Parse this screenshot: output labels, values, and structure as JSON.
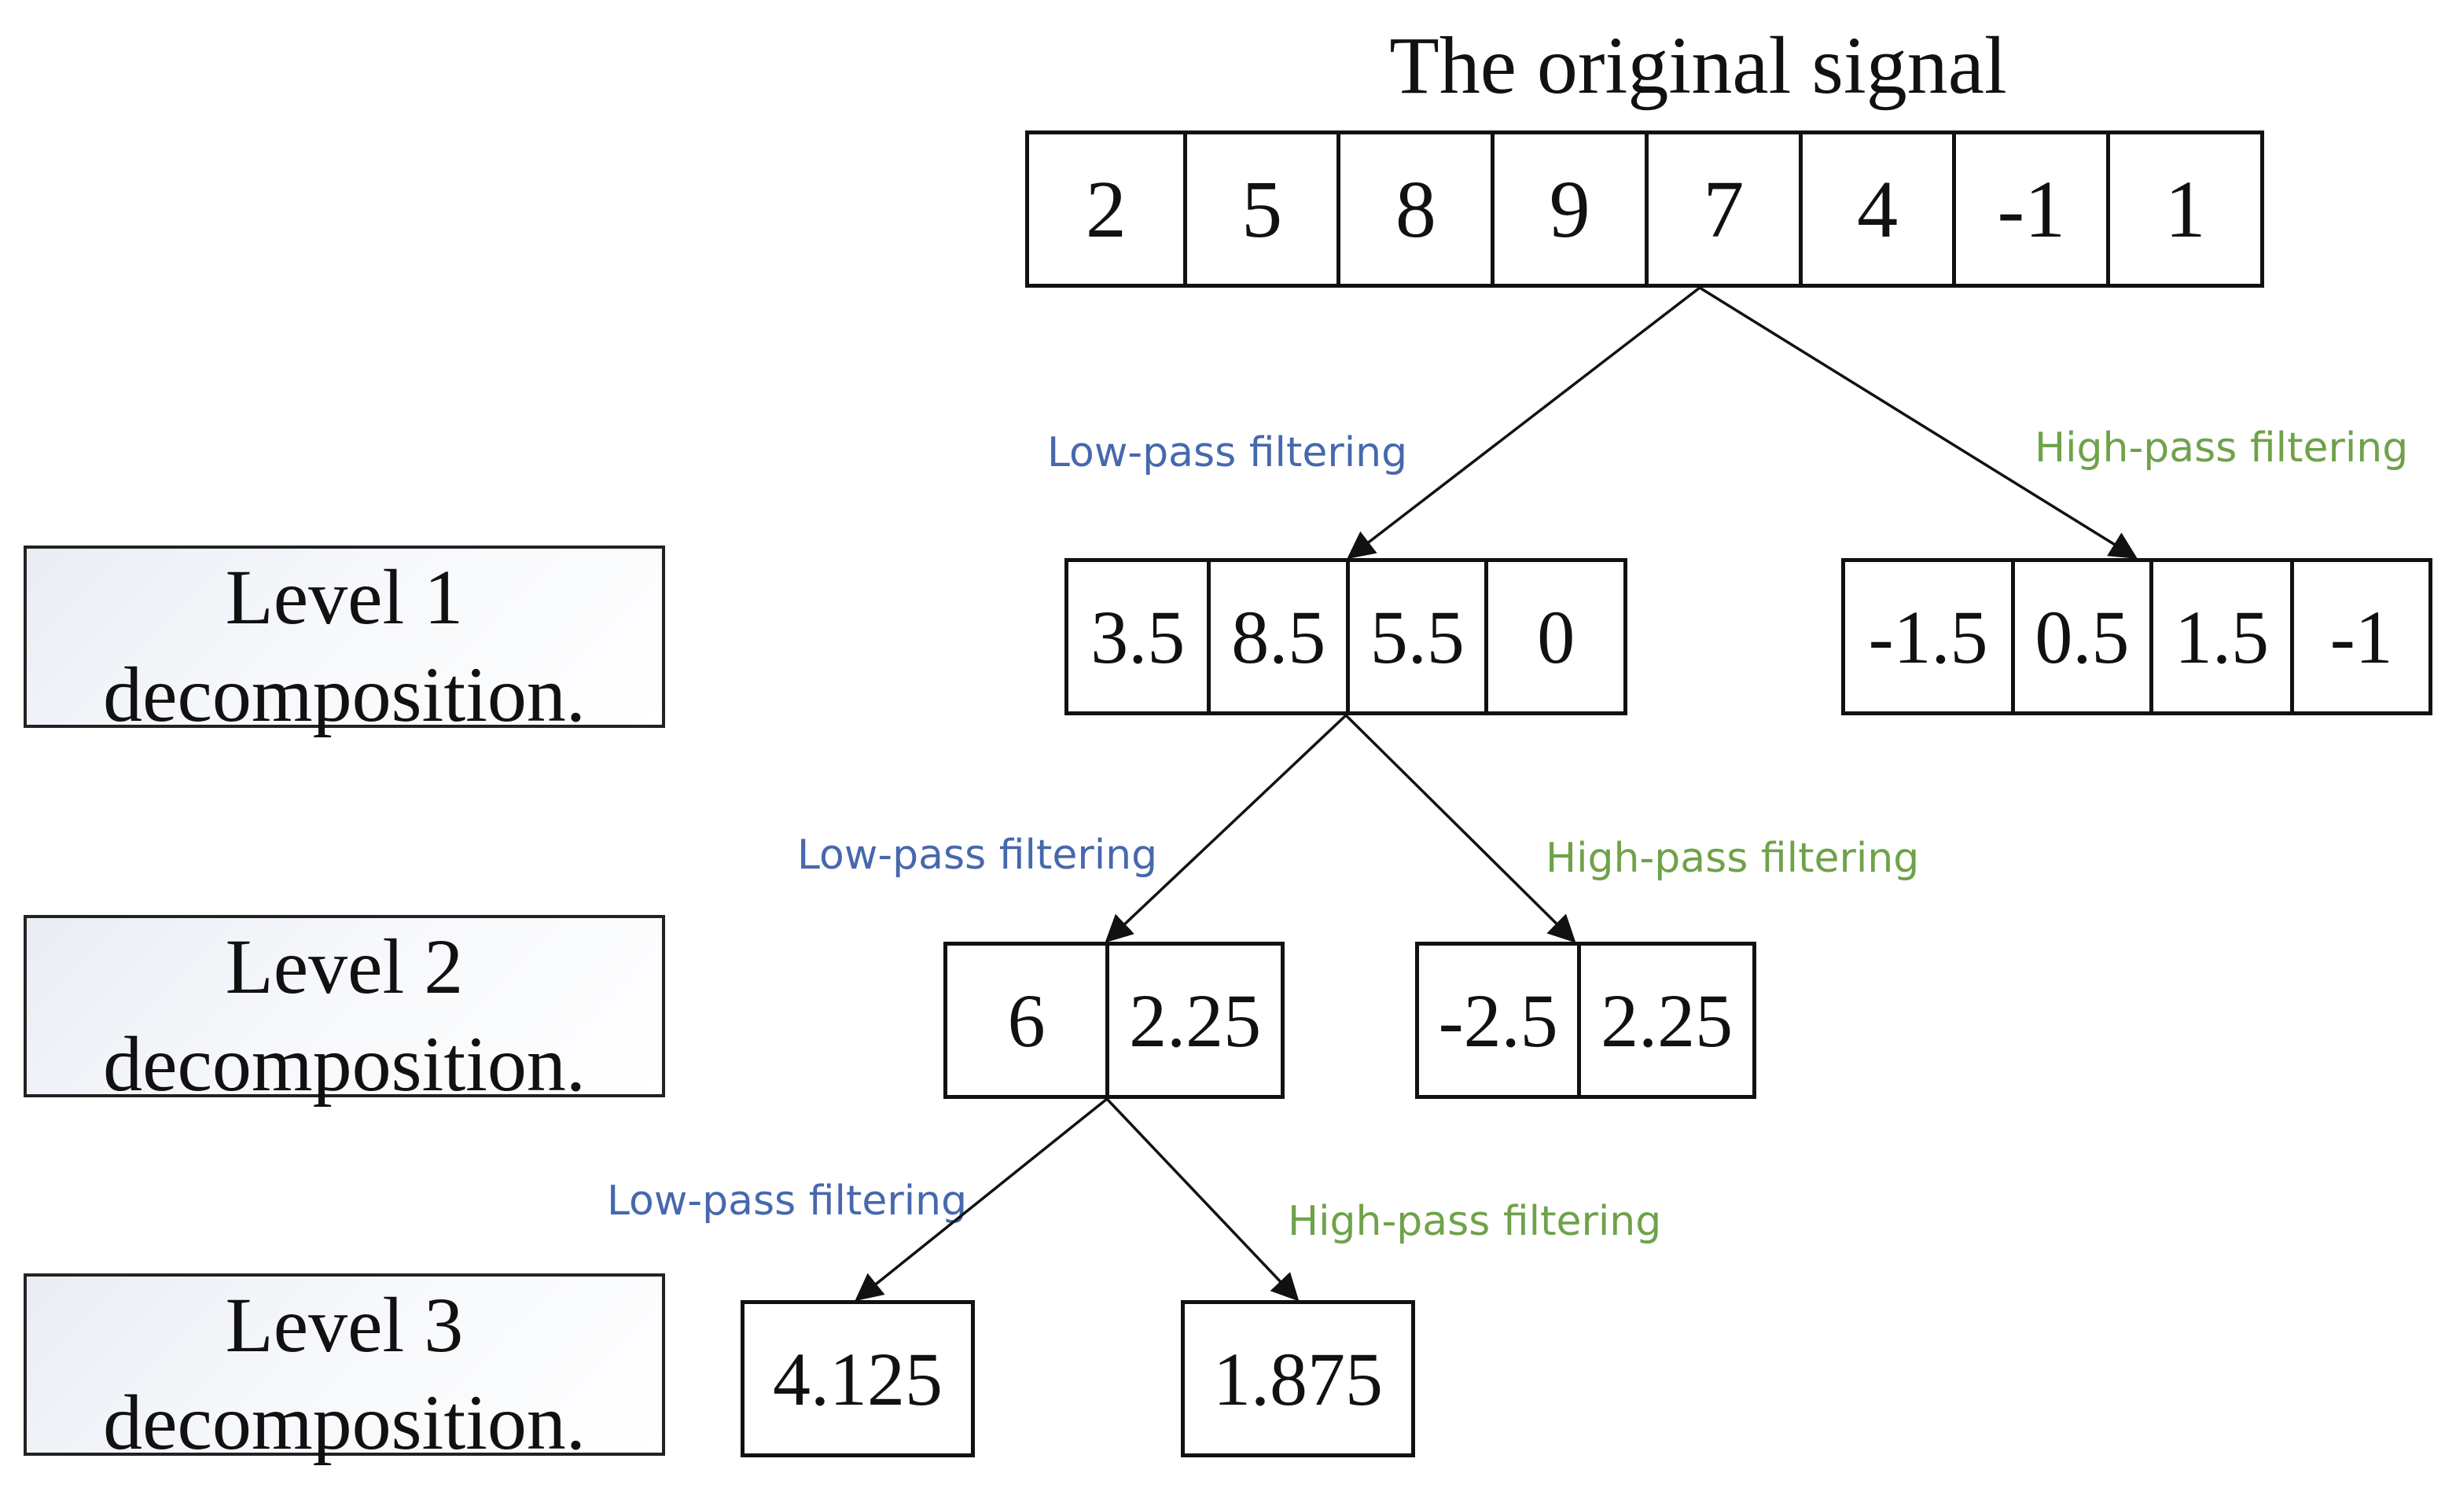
{
  "title": "The original signal",
  "original_signal": [
    "2",
    "5",
    "8",
    "9",
    "7",
    "4",
    "-1",
    "1"
  ],
  "levels": [
    {
      "line1": "Level 1",
      "line2": "decomposition."
    },
    {
      "line1": "Level 2",
      "line2": "decomposition."
    },
    {
      "line1": "Level 3",
      "line2": "decomposition."
    }
  ],
  "level1": {
    "low": [
      "3.5",
      "8.5",
      "5.5",
      "0"
    ],
    "high": [
      "-1.5",
      "0.5",
      "1.5",
      "-1"
    ],
    "low_label": "Low-pass filtering",
    "high_label": "High-pass filtering"
  },
  "level2": {
    "low": [
      "6",
      "2.25"
    ],
    "high": [
      "-2.5",
      "2.25"
    ],
    "low_label": "Low-pass filtering",
    "high_label": "High-pass filtering"
  },
  "level3": {
    "low": [
      "4.125"
    ],
    "high": [
      "1.875"
    ],
    "low_label": "Low-pass filtering",
    "high_label": "High-pass filtering"
  },
  "colors": {
    "low_label": "#4668ad",
    "high_label": "#6fa24a",
    "lines": "#111111"
  }
}
